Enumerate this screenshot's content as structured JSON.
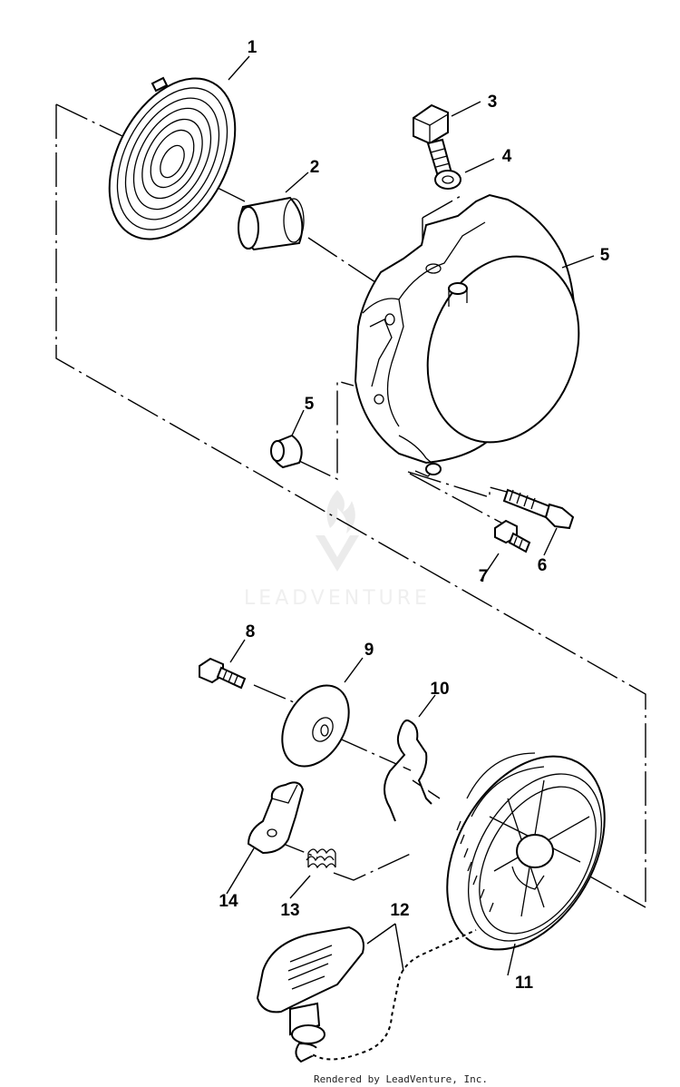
{
  "diagram": {
    "callouts": [
      {
        "id": "1",
        "label": "1"
      },
      {
        "id": "2",
        "label": "2"
      },
      {
        "id": "3",
        "label": "3"
      },
      {
        "id": "4",
        "label": "4"
      },
      {
        "id": "5a",
        "label": "5"
      },
      {
        "id": "5b",
        "label": "5"
      },
      {
        "id": "6",
        "label": "6"
      },
      {
        "id": "7",
        "label": "7"
      },
      {
        "id": "8",
        "label": "8"
      },
      {
        "id": "9",
        "label": "9"
      },
      {
        "id": "10",
        "label": "10"
      },
      {
        "id": "11",
        "label": "11"
      },
      {
        "id": "12",
        "label": "12"
      },
      {
        "id": "13",
        "label": "13"
      },
      {
        "id": "14",
        "label": "14"
      }
    ],
    "watermark": "LEADVENTURE",
    "credit": "Rendered by LeadVenture, Inc."
  }
}
